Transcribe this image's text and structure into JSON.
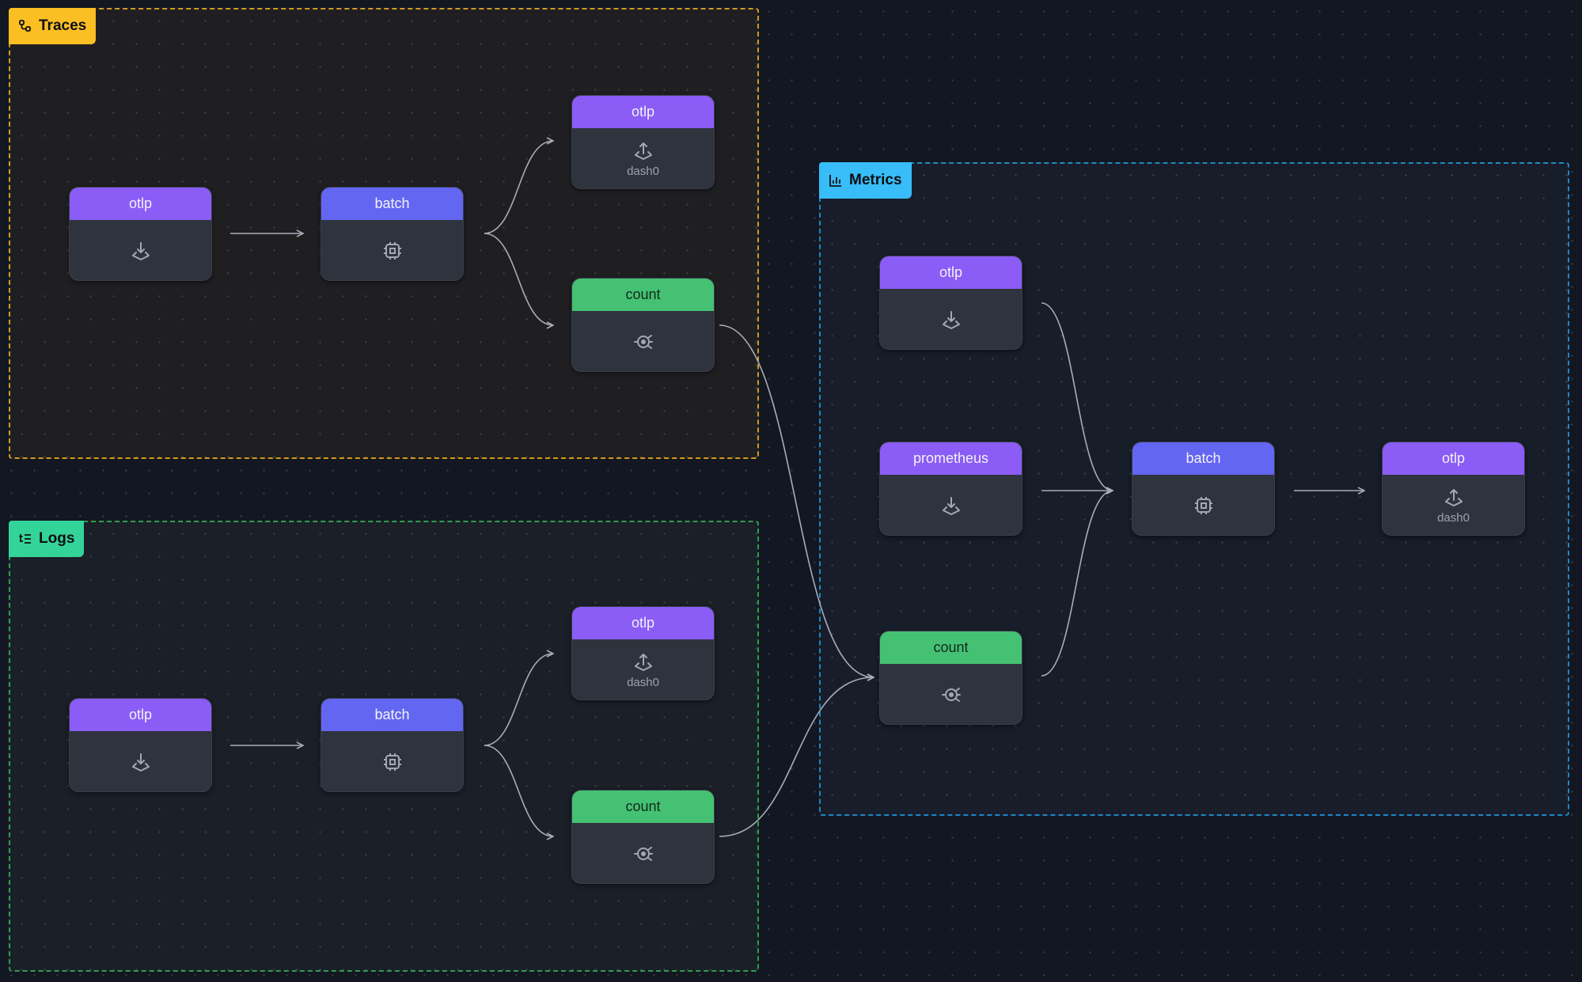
{
  "colors": {
    "receiver": "#8b5cf6",
    "processor": "#6366f1",
    "connector": "#45c174",
    "traces": "#fbbf24",
    "logs": "#34d399",
    "metrics": "#38bdf8",
    "node_body": "#2f333d"
  },
  "groups": {
    "traces": {
      "label": "Traces",
      "icon": "pipeline-icon"
    },
    "logs": {
      "label": "Logs",
      "icon": "list-icon"
    },
    "metrics": {
      "label": "Metrics",
      "icon": "bar-chart-icon"
    }
  },
  "nodes": {
    "traces_otlp_in": {
      "label": "otlp",
      "icon": "receiver-icon"
    },
    "traces_batch": {
      "label": "batch",
      "icon": "processor-chip-icon"
    },
    "traces_otlp_out": {
      "label": "otlp",
      "icon": "exporter-icon",
      "sub": "dash0"
    },
    "traces_count": {
      "label": "count",
      "icon": "connector-icon"
    },
    "logs_otlp_in": {
      "label": "otlp",
      "icon": "receiver-icon"
    },
    "logs_batch": {
      "label": "batch",
      "icon": "processor-chip-icon"
    },
    "logs_otlp_out": {
      "label": "otlp",
      "icon": "exporter-icon",
      "sub": "dash0"
    },
    "logs_count": {
      "label": "count",
      "icon": "connector-icon"
    },
    "metrics_otlp_in": {
      "label": "otlp",
      "icon": "receiver-icon"
    },
    "metrics_prometheus": {
      "label": "prometheus",
      "icon": "receiver-icon"
    },
    "metrics_count": {
      "label": "count",
      "icon": "connector-icon"
    },
    "metrics_batch": {
      "label": "batch",
      "icon": "processor-chip-icon"
    },
    "metrics_otlp_out": {
      "label": "otlp",
      "icon": "exporter-icon",
      "sub": "dash0"
    }
  },
  "edges": [
    [
      "traces_otlp_in",
      "traces_batch"
    ],
    [
      "traces_batch",
      "traces_otlp_out"
    ],
    [
      "traces_batch",
      "traces_count"
    ],
    [
      "logs_otlp_in",
      "logs_batch"
    ],
    [
      "logs_batch",
      "logs_otlp_out"
    ],
    [
      "logs_batch",
      "logs_count"
    ],
    [
      "traces_count",
      "metrics_count"
    ],
    [
      "logs_count",
      "metrics_count"
    ],
    [
      "metrics_otlp_in",
      "metrics_batch"
    ],
    [
      "metrics_prometheus",
      "metrics_batch"
    ],
    [
      "metrics_count",
      "metrics_batch"
    ],
    [
      "metrics_batch",
      "metrics_otlp_out"
    ]
  ]
}
